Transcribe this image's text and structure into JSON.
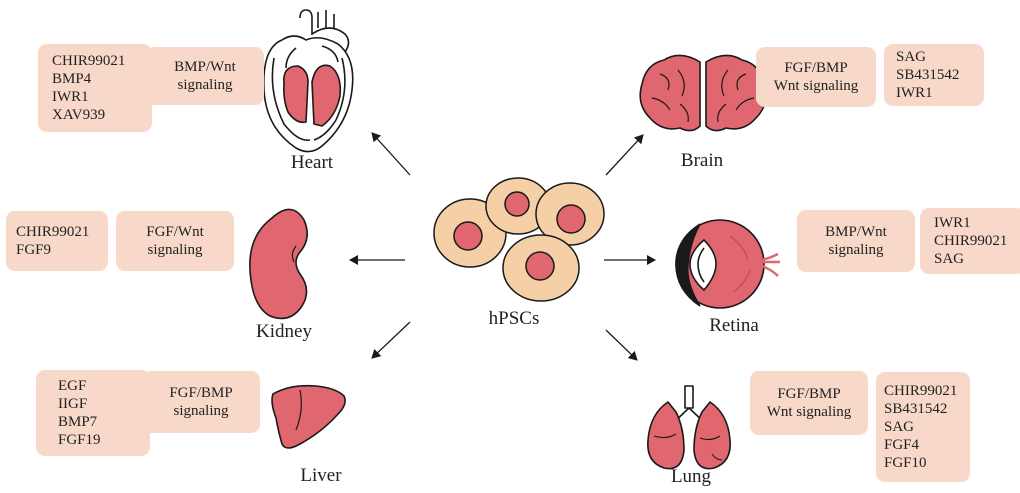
{
  "center": {
    "label": "hPSCs"
  },
  "organs": [
    {
      "name": "Heart",
      "compounds": [
        "CHIR99021",
        "BMP4",
        "IWR1",
        "XAV939"
      ],
      "pathway": [
        "BMP/Wnt",
        "signaling"
      ]
    },
    {
      "name": "Kidney",
      "compounds": [
        "CHIR99021",
        "FGF9"
      ],
      "pathway": [
        "FGF/Wnt",
        "signaling"
      ]
    },
    {
      "name": "Liver",
      "compounds": [
        "EGF",
        "IIGF",
        "BMP7",
        "FGF19"
      ],
      "pathway": [
        "FGF/BMP",
        "signaling"
      ]
    },
    {
      "name": "Brain",
      "pathway": [
        "FGF/BMP",
        "Wnt signaling"
      ],
      "compounds": [
        "SAG",
        "SB431542",
        "IWR1"
      ]
    },
    {
      "name": "Retina",
      "pathway": [
        "BMP/Wnt",
        "signaling"
      ],
      "compounds": [
        "IWR1",
        "CHIR99021",
        "SAG"
      ]
    },
    {
      "name": "Lung",
      "pathway": [
        "FGF/BMP",
        "Wnt signaling"
      ],
      "compounds": [
        "CHIR99021",
        "SB431542",
        "SAG",
        "FGF4",
        "FGF10"
      ]
    }
  ],
  "colors": {
    "box_fill": "#f8d8c8",
    "organ_fill": "#e0676f",
    "cell_fill": "#f5cfa5",
    "nucleus_fill": "#e0676f",
    "stroke": "#1a1a1a"
  }
}
